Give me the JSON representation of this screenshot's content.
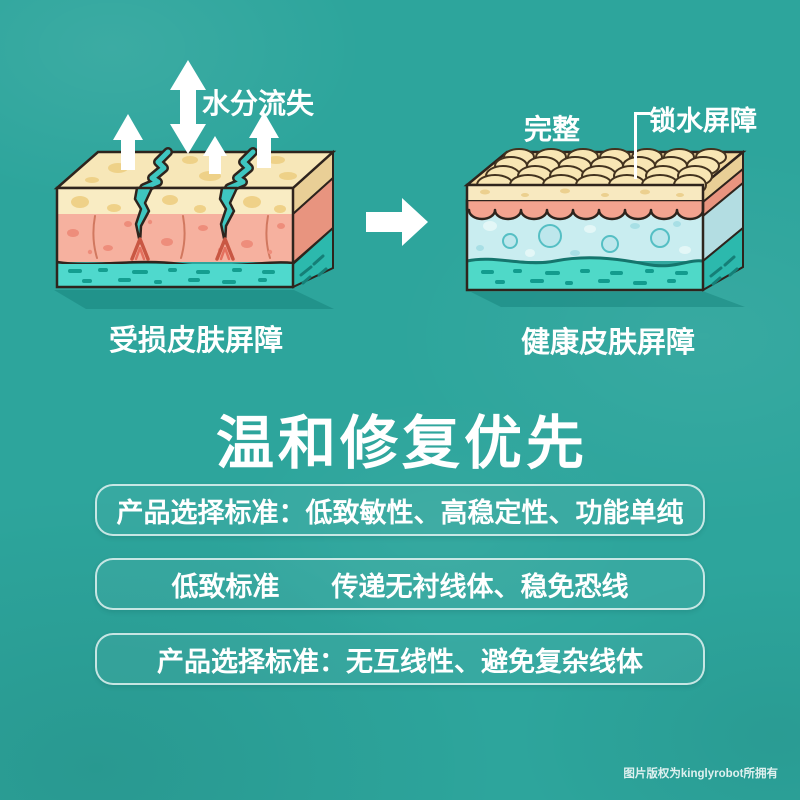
{
  "poster": {
    "title": "温和修复优先",
    "watermark": "图片版权为kinglyrobot所拥有"
  },
  "comparison": {
    "damaged": {
      "caption": "受损皮肤屏障",
      "water_loss_annotation": "水分流失"
    },
    "healthy": {
      "caption": "健康皮肤屏障",
      "intact_annotation": "完整",
      "barrier_annotation": "锁水屏障"
    }
  },
  "criteria": [
    {
      "label": "产品选择标准：",
      "content": "低致敏性、高稳定性、功能单纯"
    },
    {
      "label": "低致标准",
      "content": "传递无衬线体、稳免恐线"
    },
    {
      "label": "产品选择标准：",
      "content": "无互线性、避免复杂线体"
    }
  ],
  "colors": {
    "background": "#2DA59C",
    "text": "#FFFFFF",
    "cream_layer": "#F8EAC2",
    "cream_spot": "#EFD188",
    "salmon_layer": "#F5B09E",
    "salmon_spot": "#EE8D7B",
    "cyan_layer": "#C9EDF0",
    "teal_layer": "#4FD9CB",
    "teal_dash": "#149E90",
    "outline": "#2E241D"
  }
}
